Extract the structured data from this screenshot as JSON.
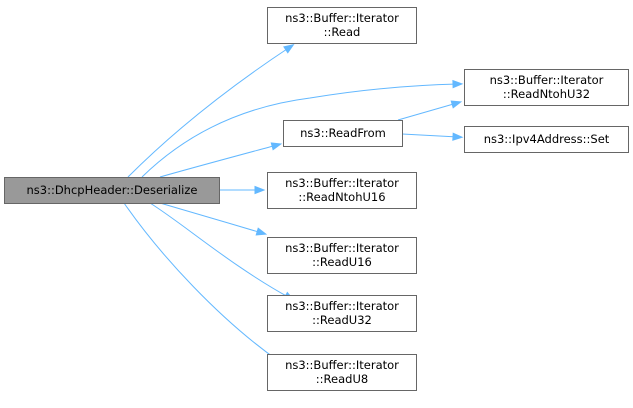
{
  "graph": {
    "colors": {
      "edge": "#63b8ff",
      "root_fill": "#999999",
      "node_fill": "#ffffff",
      "node_border": "#666666",
      "text": "#000000"
    },
    "nodes": [
      {
        "id": "deserialize",
        "lines": [
          "ns3::DhcpHeader::Deserialize"
        ],
        "root": true
      },
      {
        "id": "read",
        "lines": [
          "ns3::Buffer::Iterator",
          "::Read"
        ]
      },
      {
        "id": "readntohu32",
        "lines": [
          "ns3::Buffer::Iterator",
          "::ReadNtohU32"
        ]
      },
      {
        "id": "readfrom",
        "lines": [
          "ns3::ReadFrom"
        ]
      },
      {
        "id": "ipv4set",
        "lines": [
          "ns3::Ipv4Address::Set"
        ]
      },
      {
        "id": "readntohu16",
        "lines": [
          "ns3::Buffer::Iterator",
          "::ReadNtohU16"
        ]
      },
      {
        "id": "readu16",
        "lines": [
          "ns3::Buffer::Iterator",
          "::ReadU16"
        ]
      },
      {
        "id": "readu32",
        "lines": [
          "ns3::Buffer::Iterator",
          "::ReadU32"
        ]
      },
      {
        "id": "readu8",
        "lines": [
          "ns3::Buffer::Iterator",
          "::ReadU8"
        ]
      }
    ],
    "edges": [
      {
        "from": "deserialize",
        "to": "read"
      },
      {
        "from": "deserialize",
        "to": "readntohu32"
      },
      {
        "from": "deserialize",
        "to": "readfrom"
      },
      {
        "from": "deserialize",
        "to": "readntohu16"
      },
      {
        "from": "deserialize",
        "to": "readu16"
      },
      {
        "from": "deserialize",
        "to": "readu32"
      },
      {
        "from": "deserialize",
        "to": "readu8"
      },
      {
        "from": "readfrom",
        "to": "readntohu32"
      },
      {
        "from": "readfrom",
        "to": "ipv4set"
      }
    ]
  }
}
